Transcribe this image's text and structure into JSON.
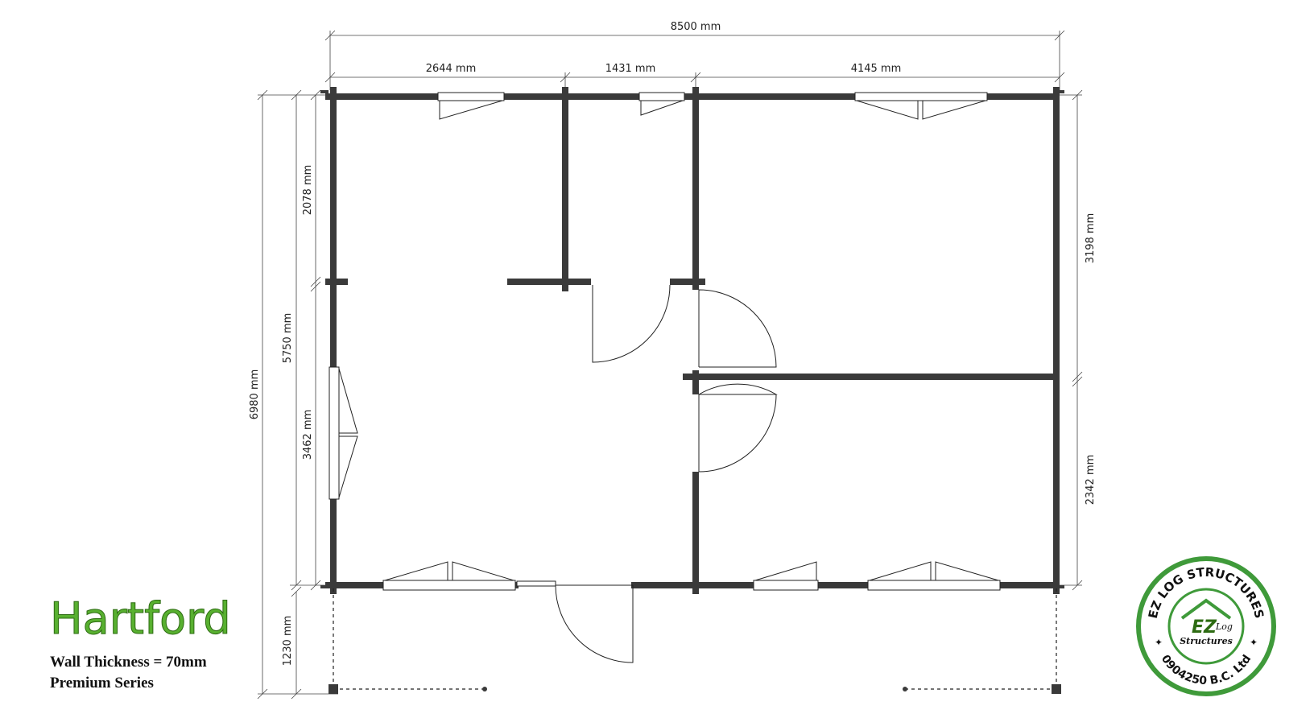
{
  "title": "Hartford",
  "subtitle_wall": "Wall Thickness = 70mm",
  "subtitle_series": "Premium Series",
  "dimensions": {
    "overall_width": "8500 mm",
    "top_left": "2644 mm",
    "top_middle": "1431 mm",
    "top_right": "4145 mm",
    "overall_depth": "6980 mm",
    "interior_depth": "5750 mm",
    "left_upper": "2078 mm",
    "left_lower": "3462 mm",
    "porch": "1230 mm",
    "right_upper": "3198 mm",
    "right_lower": "2342 mm"
  },
  "logo": {
    "ring_top": "EZ LOG STRUCTURES",
    "ring_bottom": "0904250 B.C. Ltd",
    "center_main": "EZ",
    "center_small": "Log",
    "center_sub": "Structures",
    "ring_color": "#3f9a3a"
  },
  "colors": {
    "wall": "#3a3a3a",
    "title": "#58b030"
  }
}
